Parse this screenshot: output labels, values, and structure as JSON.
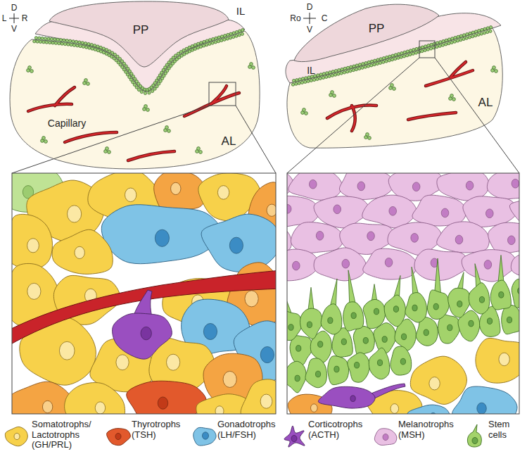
{
  "diagram": {
    "labels": [
      "D",
      "L",
      "R",
      "V",
      "PP",
      "IL",
      "Capillary",
      "AL",
      "D",
      "Ro",
      "C",
      "V",
      "PP",
      "IL",
      "AL"
    ],
    "legend": [
      {
        "text": "Somatotrophs/ Lactotrophs (GH/PRL)",
        "color": "#f7d14a"
      },
      {
        "text": "Thyrotrophs (TSH)",
        "color": "#e2592c"
      },
      {
        "text": "Gonadotrophs (LH/FSH)",
        "color": "#7fc3e6"
      },
      {
        "text": "Corticotrophs (ACTH)",
        "color": "#9a4fc0"
      },
      {
        "text": "Melanotrophs (MSH)",
        "color": "#e9c0e3"
      },
      {
        "text": "Stem cells",
        "color": "#a3d36b"
      }
    ]
  }
}
